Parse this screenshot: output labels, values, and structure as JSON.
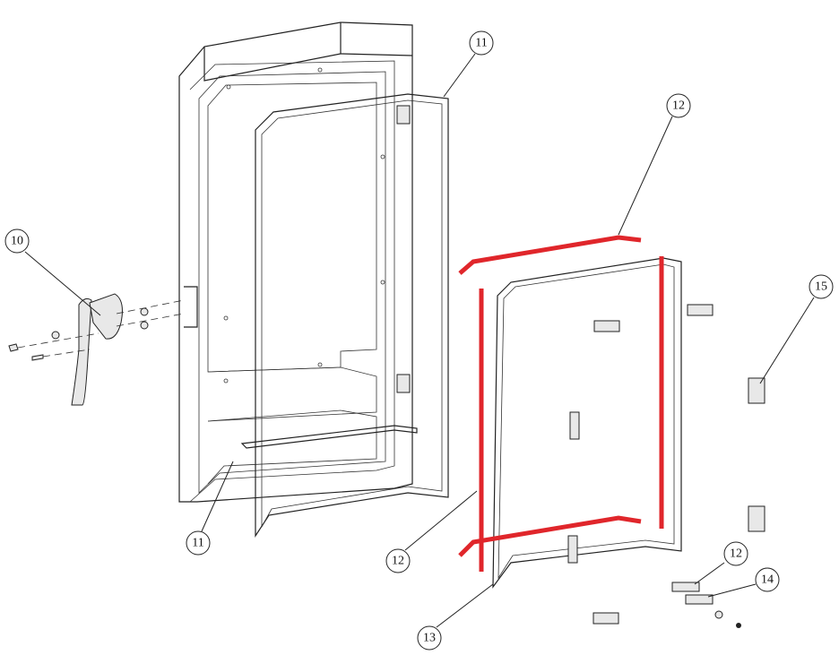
{
  "diagram": {
    "type": "exploded-parts-view",
    "gasket_color": "#e0262b",
    "callouts": [
      {
        "label": "11"
      },
      {
        "label": "12"
      },
      {
        "label": "10"
      },
      {
        "label": "15"
      },
      {
        "label": "11"
      },
      {
        "label": "12"
      },
      {
        "label": "13"
      },
      {
        "label": "12"
      },
      {
        "label": "14"
      }
    ]
  }
}
